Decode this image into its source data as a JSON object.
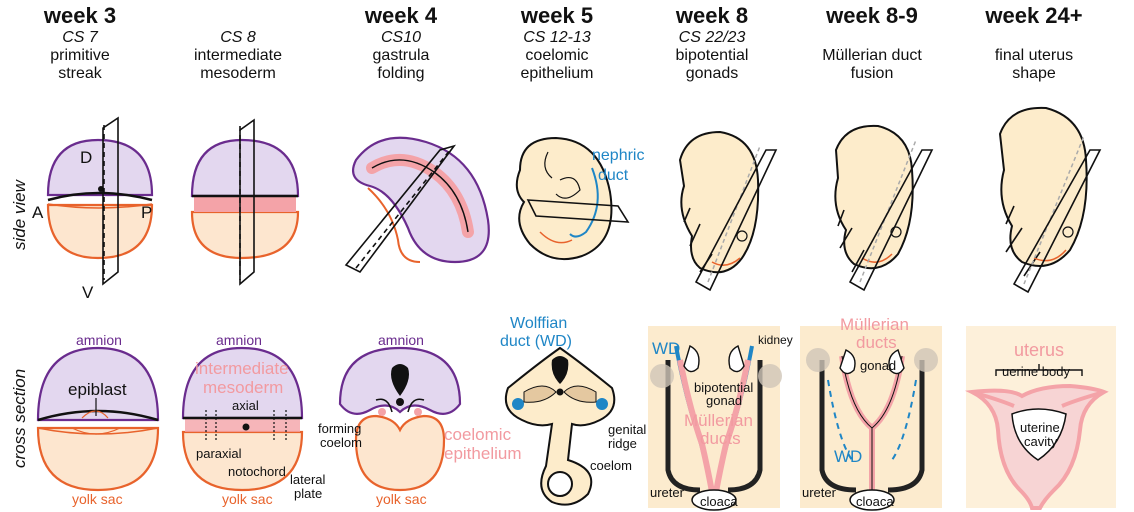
{
  "columns": [
    {
      "week": "week 3",
      "cs": "CS 7",
      "stage": [
        "primitive",
        "streak"
      ]
    },
    {
      "week": "",
      "cs": "CS 8",
      "stage": [
        "intermediate",
        "mesoderm"
      ]
    },
    {
      "week": "week 4",
      "cs": "CS10",
      "stage": [
        "gastrula",
        "folding"
      ]
    },
    {
      "week": "week 5",
      "cs": "CS 12-13",
      "stage": [
        "coelomic",
        "epithelium"
      ]
    },
    {
      "week": "week 8",
      "cs": "CS 22/23",
      "stage": [
        "bipotential",
        "gonads"
      ]
    },
    {
      "week": "week 8-9",
      "cs": "",
      "stage": [
        "Müllerian duct",
        "fusion"
      ]
    },
    {
      "week": "week 24+",
      "cs": "",
      "stage": [
        "final uterus",
        "shape"
      ]
    }
  ],
  "row_labels": {
    "side": "side view",
    "cross": "cross section"
  },
  "axes": {
    "d": "D",
    "a": "A",
    "p": "P",
    "v": "V"
  },
  "labels": {
    "amnion": "amnion",
    "epiblast": "epiblast",
    "yolk_sac": "yolk sac",
    "intermediate_mesoderm": [
      "intermediate",
      "mesoderm"
    ],
    "axial": "axial",
    "paraxial": "paraxial",
    "notochord": "notochord",
    "lateral_plate": [
      "lateral",
      "plate"
    ],
    "forming_coelom": [
      "forming",
      "coelom"
    ],
    "nephric_duct": [
      "nephric",
      "duct"
    ],
    "wolffian_duct": [
      "Wolffian",
      "duct (WD)"
    ],
    "coelomic_epithelium": [
      "coelomic",
      "epithelium"
    ],
    "genital_ridge": [
      "genital",
      "ridge"
    ],
    "coelom": "coelom",
    "wd": "WD",
    "kidney": "kidney",
    "bipotential_gonad": [
      "bipotential",
      "gonad"
    ],
    "mullerian_ducts": [
      "Müllerian",
      "ducts"
    ],
    "ureter": "ureter",
    "cloaca": "cloaca",
    "gonad": "gonad",
    "uterus": "uterus",
    "uterine_body": "uerine body",
    "uterine_cavity": [
      "uterine",
      "cavity"
    ]
  },
  "colors": {
    "amnion_fill": "#e3d7ef",
    "amnion_stroke": "#6a2c8e",
    "yolk_fill": "#fde6cf",
    "yolk_stroke": "#e8632c",
    "embryo_fill": "#fdeccb",
    "pink": "#f4a3a8",
    "blue": "#1f86c6",
    "text_orange": "#e8632c",
    "text_purple": "#6a2c8e",
    "text_pink": "#f29aa0",
    "text_blue": "#1f86c6"
  }
}
